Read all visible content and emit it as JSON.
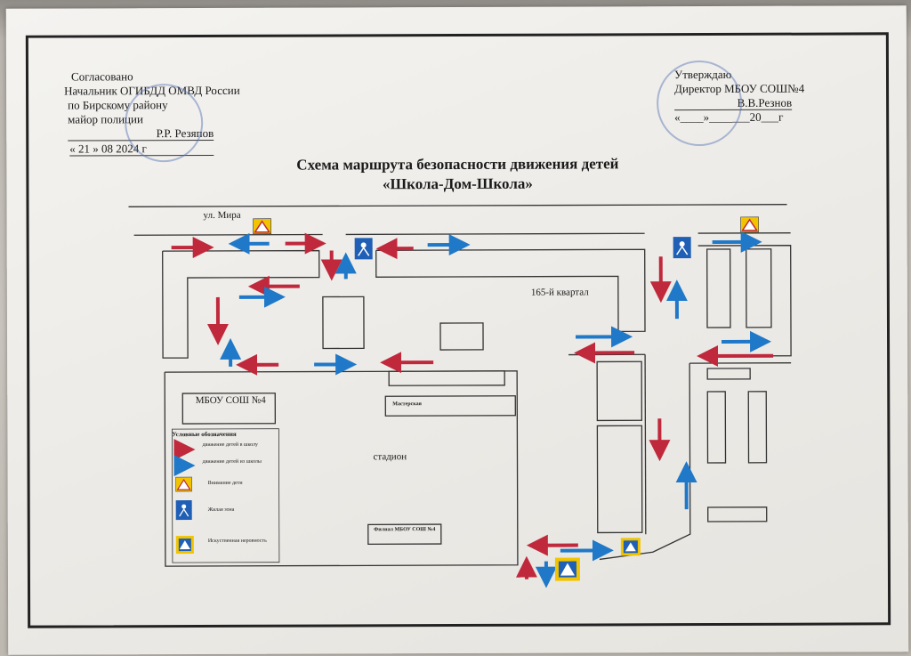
{
  "left_block": {
    "line1": "Согласовано",
    "line2": "Начальник ОГИБДД ОМВД России",
    "line3": "по Бирскому району",
    "line4": "майор полиции",
    "signer": "Р.Р. Резяпов",
    "date_line": "«  21  »        08     2024    г"
  },
  "right_block": {
    "line1": "Утверждаю",
    "line2": "Директор МБОУ СОШ№4",
    "signer": "В.В.Резнов",
    "date_line": "«____»_______20___г"
  },
  "title": {
    "line1": "Схема маршрута безопасности движения детей",
    "line2": "«Школа-Дом-Школа»"
  },
  "map": {
    "street": "ул. Мира",
    "quarter": "165-й квартал",
    "school": "МБОУ СОШ №4",
    "workshop": "Мастерская",
    "stadium": "стадион",
    "branch": "Филиал МБОУ СОШ №4"
  },
  "legend": {
    "heading": "Условные обозначения",
    "to_school": "движение детей в школу",
    "from_school": "движение детей из школы",
    "attention": "Внимание дети",
    "residential": "Жилая зона",
    "bump": "Искуственная неровность"
  },
  "colors": {
    "to_school": "#c0283c",
    "from_school": "#1f78c8",
    "sign_yellow": "#f2c400",
    "sign_blue": "#1f5fb5",
    "frame": "#222222"
  }
}
